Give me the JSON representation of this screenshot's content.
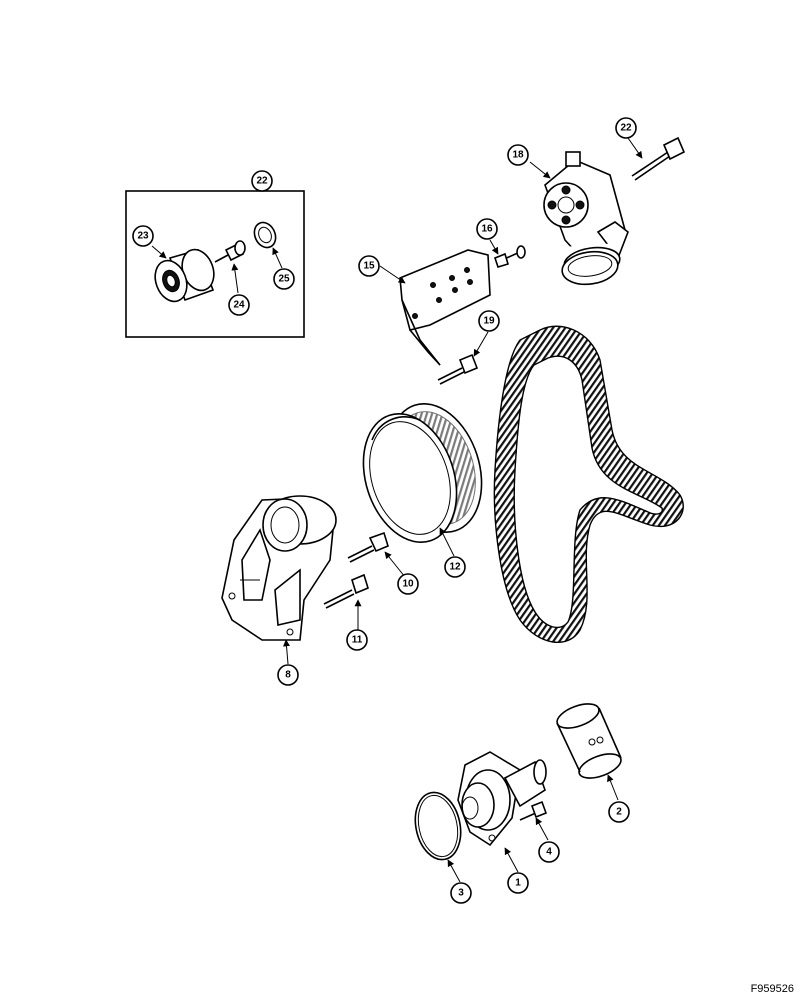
{
  "figure_code": "F959526",
  "callouts": {
    "c22_box": "22",
    "c23": "23",
    "c24": "24",
    "c25": "25",
    "c22_bolt": "22",
    "c18": "18",
    "c16": "16",
    "c15": "15",
    "c19": "19",
    "c12": "12",
    "c10": "10",
    "c11": "11",
    "c8": "8",
    "c1": "1",
    "c2": "2",
    "c3": "3",
    "c4": "4"
  }
}
